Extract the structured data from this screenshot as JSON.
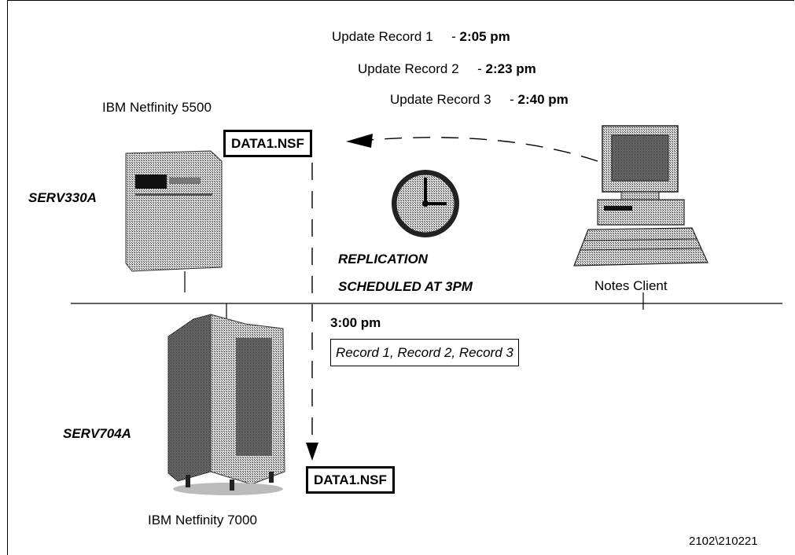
{
  "updates": [
    {
      "label": "Update Record 1",
      "time": "2:05 pm"
    },
    {
      "label": "Update Record 2",
      "time": "2:23 pm"
    },
    {
      "label": "Update Record 3",
      "time": "2:40 pm"
    }
  ],
  "servers": {
    "top": {
      "model": "IBM Netfinity 5500",
      "name": "SERV330A",
      "db": "DATA1.NSF"
    },
    "bottom": {
      "model": "IBM Netfinity 7000",
      "name": "SERV704A",
      "db": "DATA1.NSF"
    }
  },
  "client": {
    "label": "Notes Client"
  },
  "replication": {
    "line1": "REPLICATION",
    "line2": "SCHEDULED AT 3PM"
  },
  "replication_time": "3:00 pm",
  "records_box": "Record 1, Record 2, Record 3",
  "figure_id": "2102\\210221"
}
